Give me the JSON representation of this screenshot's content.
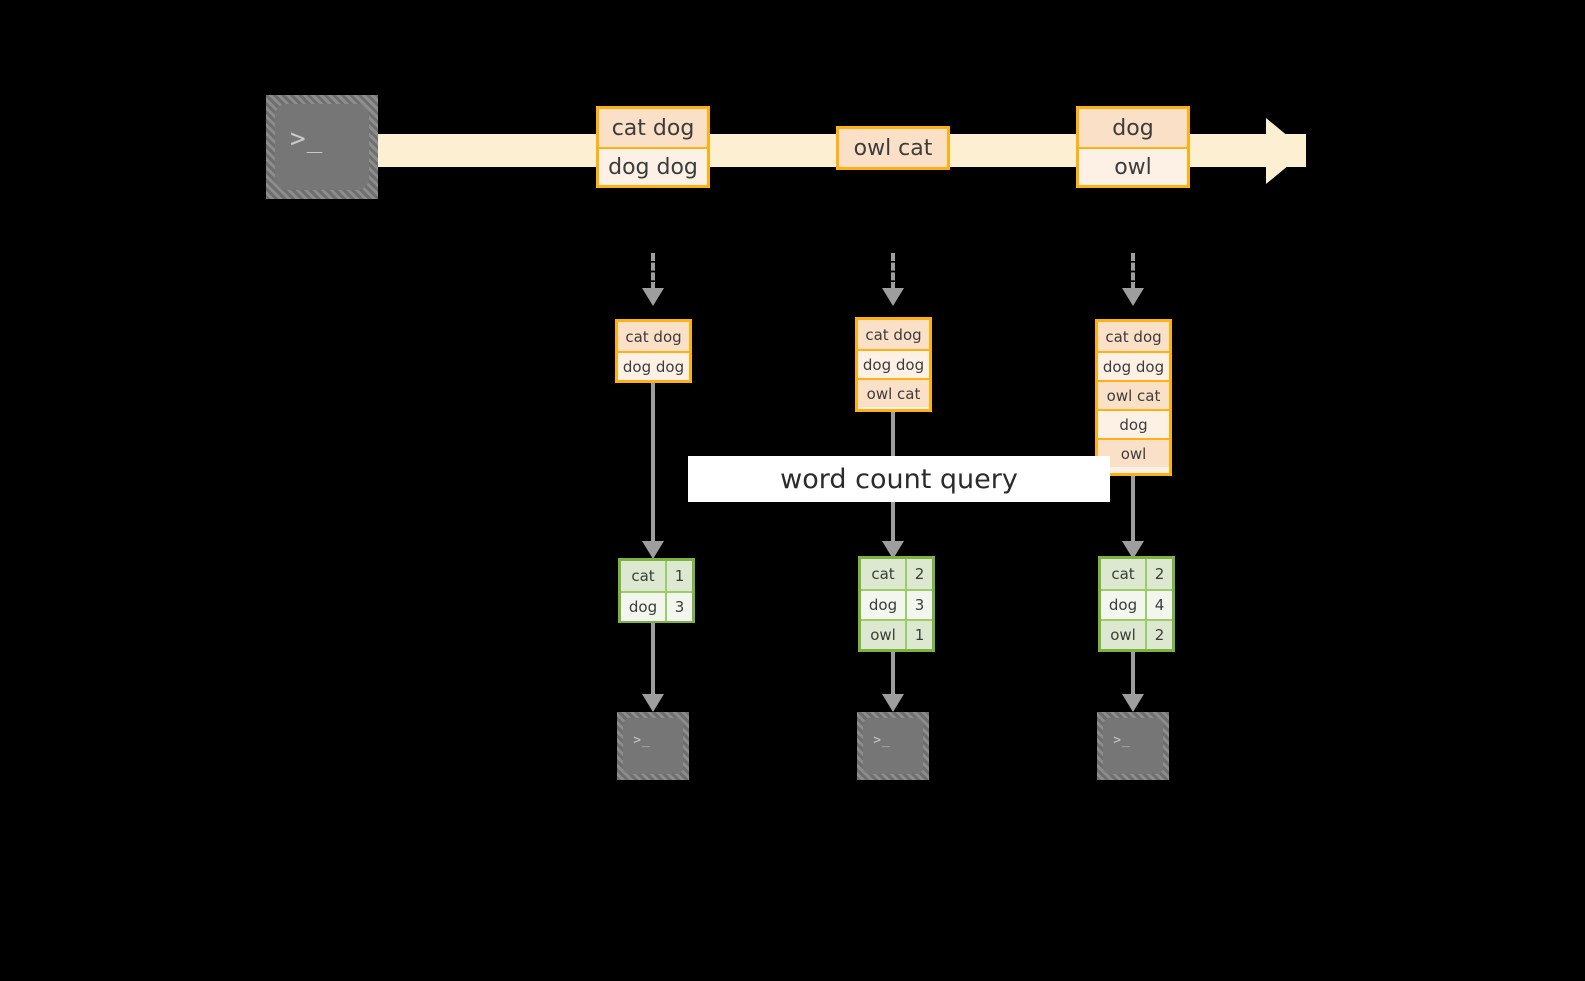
{
  "diagram": {
    "title": "word count query",
    "colors": {
      "stream_band": "#fdf0d2",
      "record_border": "#ffb013",
      "record_fill_peach": "#fbe0c8",
      "record_fill_cream": "#fdf1e6",
      "table_border": "#7cb342",
      "table_fill_tint": "#dde8d0",
      "table_fill_plain": "#f2f6ee",
      "connector": "#9e9e9e",
      "terminal_body": "#767676",
      "background": "#000000"
    },
    "icons": {
      "source_terminal": "terminal-icon",
      "sink_terminal": "terminal-icon",
      "prompt_glyph": ">_",
      "stream_arrow": "arrow-right-icon",
      "flow_arrow": "arrow-down-icon",
      "snapshot_arrow": "dashed-arrow-down-icon"
    },
    "stream": {
      "name": "input-stream",
      "events": [
        {
          "name": "stream-event-1",
          "rows": [
            {
              "text": "cat dog",
              "fill": "peach"
            },
            {
              "text": "dog dog",
              "fill": "cream"
            }
          ]
        },
        {
          "name": "stream-event-2",
          "rows": [
            {
              "text": "owl cat",
              "fill": "peach"
            }
          ]
        },
        {
          "name": "stream-event-3",
          "rows": [
            {
              "text": "dog",
              "fill": "peach"
            },
            {
              "text": "owl",
              "fill": "cream"
            }
          ]
        }
      ]
    },
    "snapshots": [
      {
        "name": "snapshot-1",
        "rows": [
          {
            "text": "cat dog",
            "fill": "peach"
          },
          {
            "text": "dog dog",
            "fill": "cream"
          }
        ],
        "result": {
          "name": "result-table-1",
          "rows": [
            {
              "word": "cat",
              "count": "1",
              "fill": "tint"
            },
            {
              "word": "dog",
              "count": "3",
              "fill": "plain"
            }
          ]
        }
      },
      {
        "name": "snapshot-2",
        "rows": [
          {
            "text": "cat dog",
            "fill": "peach"
          },
          {
            "text": "dog dog",
            "fill": "cream"
          },
          {
            "text": "owl cat",
            "fill": "peach"
          }
        ],
        "result": {
          "name": "result-table-2",
          "rows": [
            {
              "word": "cat",
              "count": "2",
              "fill": "tint"
            },
            {
              "word": "dog",
              "count": "3",
              "fill": "plain"
            },
            {
              "word": "owl",
              "count": "1",
              "fill": "tint"
            }
          ]
        }
      },
      {
        "name": "snapshot-3",
        "rows": [
          {
            "text": "cat dog",
            "fill": "peach"
          },
          {
            "text": "dog dog",
            "fill": "cream"
          },
          {
            "text": "owl cat",
            "fill": "peach"
          },
          {
            "text": "dog",
            "fill": "cream"
          },
          {
            "text": "owl",
            "fill": "peach"
          }
        ],
        "result": {
          "name": "result-table-3",
          "rows": [
            {
              "word": "cat",
              "count": "2",
              "fill": "tint"
            },
            {
              "word": "dog",
              "count": "4",
              "fill": "plain"
            },
            {
              "word": "owl",
              "count": "2",
              "fill": "tint"
            }
          ]
        }
      }
    ]
  }
}
